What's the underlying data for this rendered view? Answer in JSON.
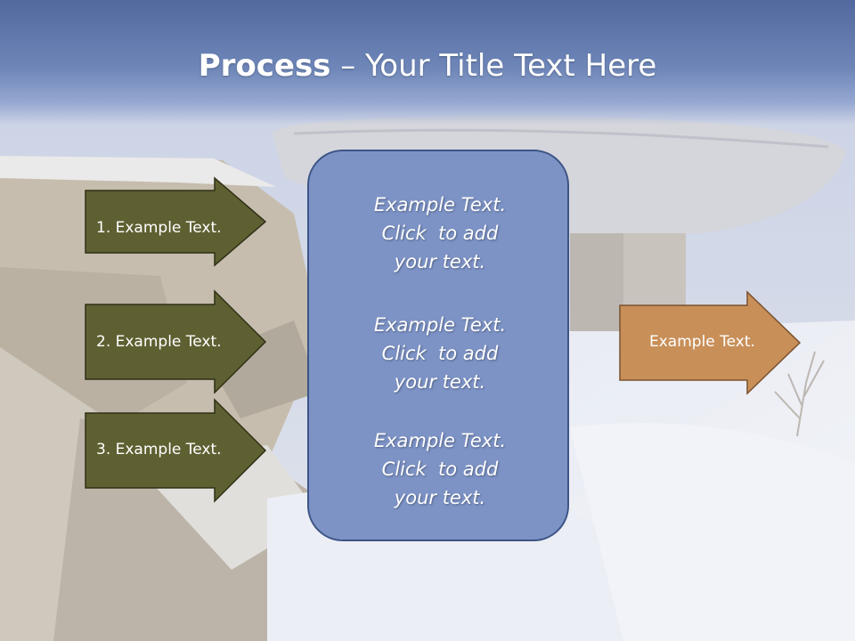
{
  "slide": {
    "title_bold": "Process",
    "title_rest": " – Your Title Text Here"
  },
  "left_arrows": [
    {
      "label": "1. Example Text."
    },
    {
      "label": "2. Example Text."
    },
    {
      "label": "3. Example Text."
    }
  ],
  "center_box": {
    "paragraphs": [
      {
        "line1": "Example Text.",
        "line2": "Click  to add",
        "line3": "your text."
      },
      {
        "line1": "Example Text.",
        "line2": "Click  to add",
        "line3": "your text."
      },
      {
        "line1": "Example Text.",
        "line2": "Click  to add",
        "line3": "your text."
      }
    ]
  },
  "right_arrow": {
    "label": "Example Text."
  },
  "colors": {
    "title_band": "#6e86b8",
    "left_arrow_fill": "#5f6032",
    "right_arrow_fill": "#c88f58",
    "center_box_fill": "#7d93c6",
    "outline": "#3d5486"
  }
}
